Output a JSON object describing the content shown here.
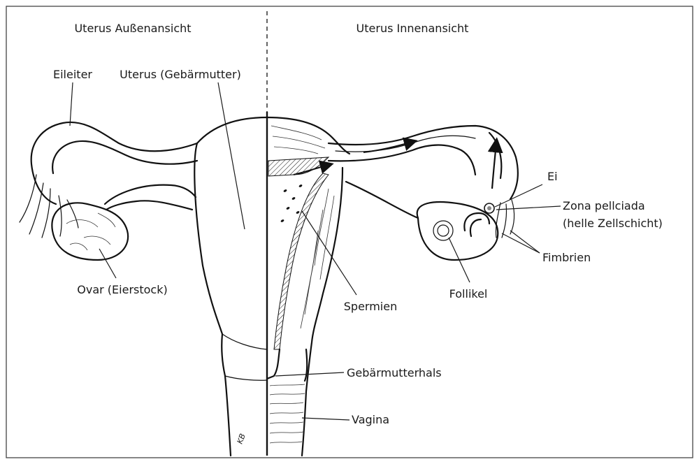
{
  "headings": {
    "left": "Uterus Außenansicht",
    "right": "Uterus Innenansicht"
  },
  "labels": {
    "eileiter": "Eileiter",
    "uterus": "Uterus (Gebärmutter)",
    "ovar": "Ovar (Eierstock)",
    "ei": "Ei",
    "zona_line1": "Zona pellciada",
    "zona_line2": "(helle Zellschicht)",
    "fimbrien": "Fimbrien",
    "follikel": "Follikel",
    "spermien": "Spermien",
    "gebaermutterhals": "Gebärmutterhals",
    "vagina": "Vagina"
  },
  "signature": "KB"
}
